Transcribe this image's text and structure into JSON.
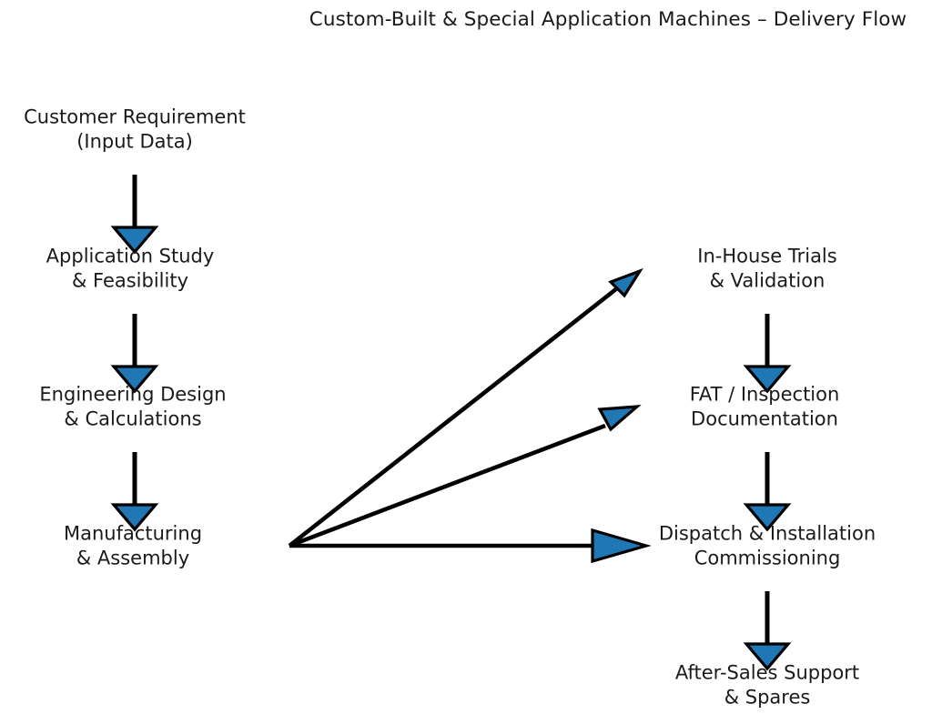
{
  "title": "Custom-Built & Special Application Machines – Delivery Flow",
  "colors": {
    "arrow_fill": "#1f77b4",
    "arrow_edge": "#000000",
    "text": "#1a1a1a",
    "background": "#ffffff"
  },
  "nodes": {
    "customer_requirement": {
      "line1": "Customer Requirement",
      "line2": "(Input Data)"
    },
    "application_study": {
      "line1": "Application Study",
      "line2": "& Feasibility"
    },
    "engineering_design": {
      "line1": "Engineering Design",
      "line2": "& Calculations"
    },
    "manufacturing": {
      "line1": "Manufacturing",
      "line2": "& Assembly"
    },
    "in_house_trials": {
      "line1": "In-House Trials",
      "line2": "& Validation"
    },
    "fat_inspection": {
      "line1": "FAT / Inspection",
      "line2": "Documentation"
    },
    "dispatch_installation": {
      "line1": "Dispatch & Installation",
      "line2": "Commissioning"
    },
    "after_sales": {
      "line1": "After-Sales Support",
      "line2": "& Spares"
    }
  },
  "edges": [
    {
      "name": "customer-requirement-to-application-study",
      "kind": "vertical"
    },
    {
      "name": "application-study-to-engineering-design",
      "kind": "vertical"
    },
    {
      "name": "engineering-design-to-manufacturing",
      "kind": "vertical"
    },
    {
      "name": "manufacturing-to-in-house-trials",
      "kind": "diagonal"
    },
    {
      "name": "manufacturing-to-fat-inspection",
      "kind": "diagonal"
    },
    {
      "name": "manufacturing-to-dispatch-installation",
      "kind": "horizontal"
    },
    {
      "name": "in-house-trials-to-fat-inspection",
      "kind": "vertical"
    },
    {
      "name": "fat-inspection-to-dispatch-installation",
      "kind": "vertical"
    },
    {
      "name": "dispatch-installation-to-after-sales",
      "kind": "vertical"
    }
  ]
}
